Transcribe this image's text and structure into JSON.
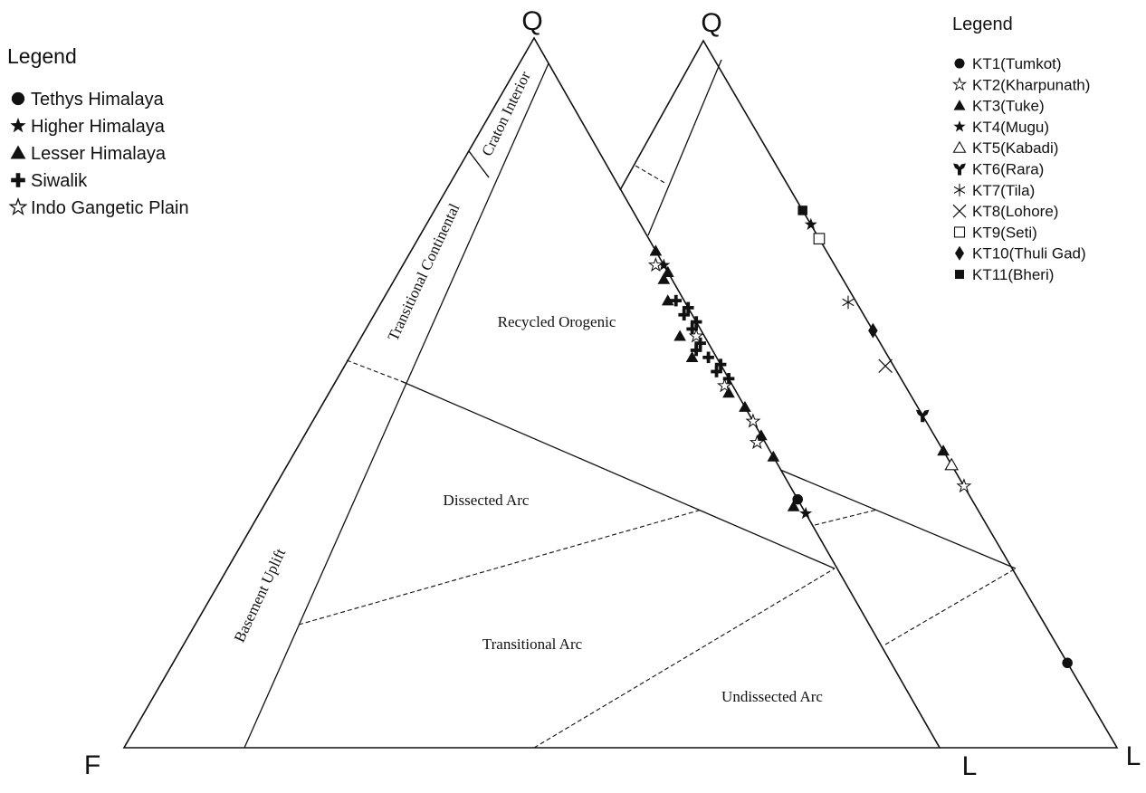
{
  "left_legend": {
    "title": "Legend",
    "items": [
      {
        "label": "Tethys Himalaya",
        "icon": "filled-circle"
      },
      {
        "label": "Higher Himalaya",
        "icon": "filled-star"
      },
      {
        "label": "Lesser Himalaya",
        "icon": "filled-triangle"
      },
      {
        "label": "Siwalik",
        "icon": "bold-plus"
      },
      {
        "label": "Indo Gangetic Plain",
        "icon": "open-star"
      }
    ]
  },
  "right_legend": {
    "title": "Legend",
    "items": [
      {
        "label": "KT1(Tumkot)",
        "icon": "filled-circle"
      },
      {
        "label": "KT2(Kharpunath)",
        "icon": "open-star"
      },
      {
        "label": "KT3(Tuke)",
        "icon": "filled-triangle"
      },
      {
        "label": "KT4(Mugu)",
        "icon": "filled-star"
      },
      {
        "label": "KT5(Kabadi)",
        "icon": "open-triangle"
      },
      {
        "label": "KT6(Rara)",
        "icon": "tri-lobe"
      },
      {
        "label": "KT7(Tila)",
        "icon": "asterisk"
      },
      {
        "label": "KT8(Lohore)",
        "icon": "cross-x"
      },
      {
        "label": "KT9(Seti)",
        "icon": "open-square"
      },
      {
        "label": "KT10(Thuli Gad)",
        "icon": "filled-diamond"
      },
      {
        "label": "KT11(Bheri)",
        "icon": "filled-square"
      }
    ]
  },
  "left_diagram": {
    "apex_labels": {
      "top": "Q",
      "left": "F",
      "right": "L"
    },
    "fields": {
      "craton": "Craton Interior",
      "transitional_continental": "Transitional  Continental",
      "basement": "Basement  Uplift",
      "recycled": "Recycled Orogenic",
      "dissected": "Dissected Arc",
      "transitional_arc": "Transitional Arc",
      "undissected": "Undissected Arc"
    }
  },
  "right_diagram": {
    "apex_labels": {
      "top": "Q",
      "right": "L"
    }
  },
  "chart_data": [
    {
      "type": "scatter",
      "subtype": "ternary",
      "axes": [
        "Q",
        "F",
        "L"
      ],
      "series": [
        {
          "name": "Tethys Himalaya",
          "marker": "filled-circle",
          "points": [
            {
              "Q": 35,
              "F": 0,
              "L": 65
            }
          ]
        },
        {
          "name": "Higher Himalaya",
          "marker": "filled-star",
          "points": [
            {
              "Q": 68,
              "F": 0,
              "L": 32
            },
            {
              "Q": 33,
              "F": 0,
              "L": 67
            }
          ]
        },
        {
          "name": "Lesser Himalaya",
          "marker": "filled-triangle",
          "points": [
            {
              "Q": 70,
              "F": 0,
              "L": 30
            },
            {
              "Q": 67,
              "F": 0,
              "L": 33
            },
            {
              "Q": 66,
              "F": 1,
              "L": 33
            },
            {
              "Q": 63,
              "F": 2,
              "L": 35
            },
            {
              "Q": 58,
              "F": 3,
              "L": 39
            },
            {
              "Q": 55,
              "F": 3,
              "L": 42
            },
            {
              "Q": 50,
              "F": 1,
              "L": 49
            },
            {
              "Q": 48,
              "F": 0,
              "L": 52
            },
            {
              "Q": 44,
              "F": 0,
              "L": 56
            },
            {
              "Q": 41,
              "F": 0,
              "L": 59
            },
            {
              "Q": 34,
              "F": 1,
              "L": 65
            }
          ]
        },
        {
          "name": "Siwalik",
          "marker": "bold-plus",
          "points": [
            {
              "Q": 63,
              "F": 1,
              "L": 36
            },
            {
              "Q": 62,
              "F": 0,
              "L": 38
            },
            {
              "Q": 61,
              "F": 1,
              "L": 38
            },
            {
              "Q": 60,
              "F": 0,
              "L": 40
            },
            {
              "Q": 59,
              "F": 1,
              "L": 40
            },
            {
              "Q": 57,
              "F": 1,
              "L": 42
            },
            {
              "Q": 56,
              "F": 2,
              "L": 42
            },
            {
              "Q": 55,
              "F": 1,
              "L": 44
            },
            {
              "Q": 54,
              "F": 0,
              "L": 46
            },
            {
              "Q": 53,
              "F": 1,
              "L": 46
            },
            {
              "Q": 52,
              "F": 0,
              "L": 48
            }
          ]
        },
        {
          "name": "Indo Gangetic Plain",
          "marker": "open-star",
          "points": [
            {
              "Q": 68,
              "F": 1,
              "L": 31
            },
            {
              "Q": 58,
              "F": 1,
              "L": 41
            },
            {
              "Q": 51,
              "F": 1,
              "L": 48
            },
            {
              "Q": 46,
              "F": 0,
              "L": 54
            },
            {
              "Q": 43,
              "F": 1,
              "L": 56
            }
          ]
        }
      ]
    },
    {
      "type": "scatter",
      "subtype": "ternary",
      "axes": [
        "Q",
        "F",
        "L"
      ],
      "series": [
        {
          "name": "KT1(Tumkot)",
          "marker": "filled-circle",
          "points": [
            {
              "Q": 12,
              "F": 0,
              "L": 88
            }
          ]
        },
        {
          "name": "KT2(Kharpunath)",
          "marker": "open-star",
          "points": [
            {
              "Q": 37,
              "F": 0,
              "L": 63
            }
          ]
        },
        {
          "name": "KT3(Tuke)",
          "marker": "filled-triangle",
          "points": [
            {
              "Q": 42,
              "F": 0,
              "L": 58
            }
          ]
        },
        {
          "name": "KT4(Mugu)",
          "marker": "filled-star",
          "points": [
            {
              "Q": 74,
              "F": 0,
              "L": 26
            }
          ]
        },
        {
          "name": "KT5(Kabadi)",
          "marker": "open-triangle",
          "points": [
            {
              "Q": 40,
              "F": 0,
              "L": 60
            }
          ]
        },
        {
          "name": "KT6(Rara)",
          "marker": "tri-lobe",
          "points": [
            {
              "Q": 47,
              "F": 0,
              "L": 53
            }
          ]
        },
        {
          "name": "KT7(Tila)",
          "marker": "asterisk",
          "points": [
            {
              "Q": 63,
              "F": 1,
              "L": 36
            }
          ]
        },
        {
          "name": "KT8(Lohore)",
          "marker": "cross-x",
          "points": [
            {
              "Q": 54,
              "F": 1,
              "L": 45
            }
          ]
        },
        {
          "name": "KT9(Seti)",
          "marker": "open-square",
          "points": [
            {
              "Q": 72,
              "F": 0,
              "L": 28
            }
          ]
        },
        {
          "name": "KT10(Thuli Gad)",
          "marker": "filled-diamond",
          "points": [
            {
              "Q": 59,
              "F": 0,
              "L": 41
            }
          ]
        },
        {
          "name": "KT11(Bheri)",
          "marker": "filled-square",
          "points": [
            {
              "Q": 76,
              "F": 0,
              "L": 24
            }
          ]
        }
      ]
    }
  ]
}
